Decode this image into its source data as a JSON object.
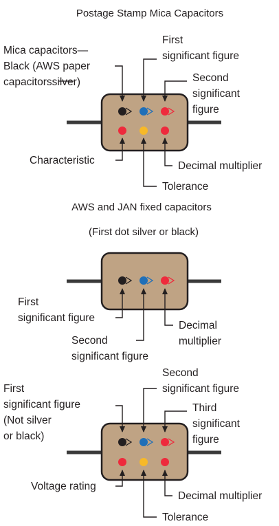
{
  "colors": {
    "black": "#231f20",
    "blue": "#1f6fb8",
    "red": "#ee2a3c",
    "yellow": "#f7b928",
    "body": "#bfa384"
  },
  "titles": {
    "top": "Postage Stamp Mica Capacitors",
    "middle": "AWS and JAN fixed capacitors",
    "middle_sub": "(First dot silver or black)"
  },
  "diagram1": {
    "mica_line1": "Mica capacitors—",
    "mica_line2": "Black (AWS paper",
    "mica_line3_a": "capacitors",
    "mica_line3_b": "silver)",
    "first_sig_1": "First",
    "first_sig_2": "significant figure",
    "second_sig_1": "Second",
    "second_sig_2": "significant",
    "second_sig_3": "figure",
    "characteristic": "Characteristic",
    "decimal_multiplier": "Decimal multiplier",
    "tolerance": "Tolerance"
  },
  "diagram2": {
    "first_sig_1": "First",
    "first_sig_2": "significant figure",
    "second_sig_1": "Second",
    "second_sig_2": "significant figure",
    "decimal_1": "Decimal",
    "decimal_2": "multiplier"
  },
  "diagram3": {
    "first_1": "First",
    "first_2": "significant figure",
    "first_3": "(Not silver",
    "first_4": "or black)",
    "second_1": "Second",
    "second_2": "significant figure",
    "third_1": "Third",
    "third_2": "significant",
    "third_3": "figure",
    "voltage_rating": "Voltage rating",
    "decimal_multiplier": "Decimal multiplier",
    "tolerance": "Tolerance"
  }
}
